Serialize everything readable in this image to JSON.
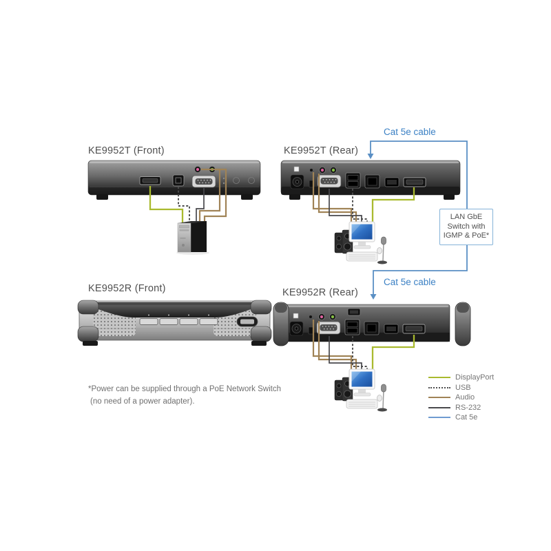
{
  "diagram": {
    "devices": [
      {
        "id": "t_front",
        "label": "KE9952T (Front)"
      },
      {
        "id": "t_rear",
        "label": "KE9952T (Rear)"
      },
      {
        "id": "r_front",
        "label": "KE9952R (Front)"
      },
      {
        "id": "r_rear",
        "label": "KE9952R (Rear)"
      }
    ],
    "cable_labels": {
      "top": "Cat 5e cable",
      "middle": "Cat 5e cable"
    },
    "switch_box": {
      "line1": "LAN GbE",
      "line2": "Switch with",
      "line3": "IGMP & PoE*"
    },
    "legend": {
      "items": [
        {
          "label": "DisplayPort",
          "color": "#a9ba2e",
          "dashed": false
        },
        {
          "label": "USB",
          "color": "#4c4c4c",
          "dashed": true
        },
        {
          "label": "Audio",
          "color": "#a08356",
          "dashed": false
        },
        {
          "label": "RS-232",
          "color": "#48484c",
          "dashed": false
        },
        {
          "label": "Cat 5e",
          "color": "#6f9bd1",
          "dashed": false
        }
      ]
    },
    "footnote": {
      "line1": "*Power can be supplied through a PoE Network Switch",
      "line2": "(no need of a power adapter)."
    },
    "colors": {
      "displayport_cable": "#a9ba2e",
      "usb_cable": "#4c4c4c",
      "audio_cable": "#a08356",
      "rs232_cable": "#48484c",
      "cat5e_cable": "#5a8fc4",
      "cat5e_text": "#3b80c4",
      "switch_box_border": "#85b2d8",
      "label_text": "#4f4f4f"
    }
  }
}
